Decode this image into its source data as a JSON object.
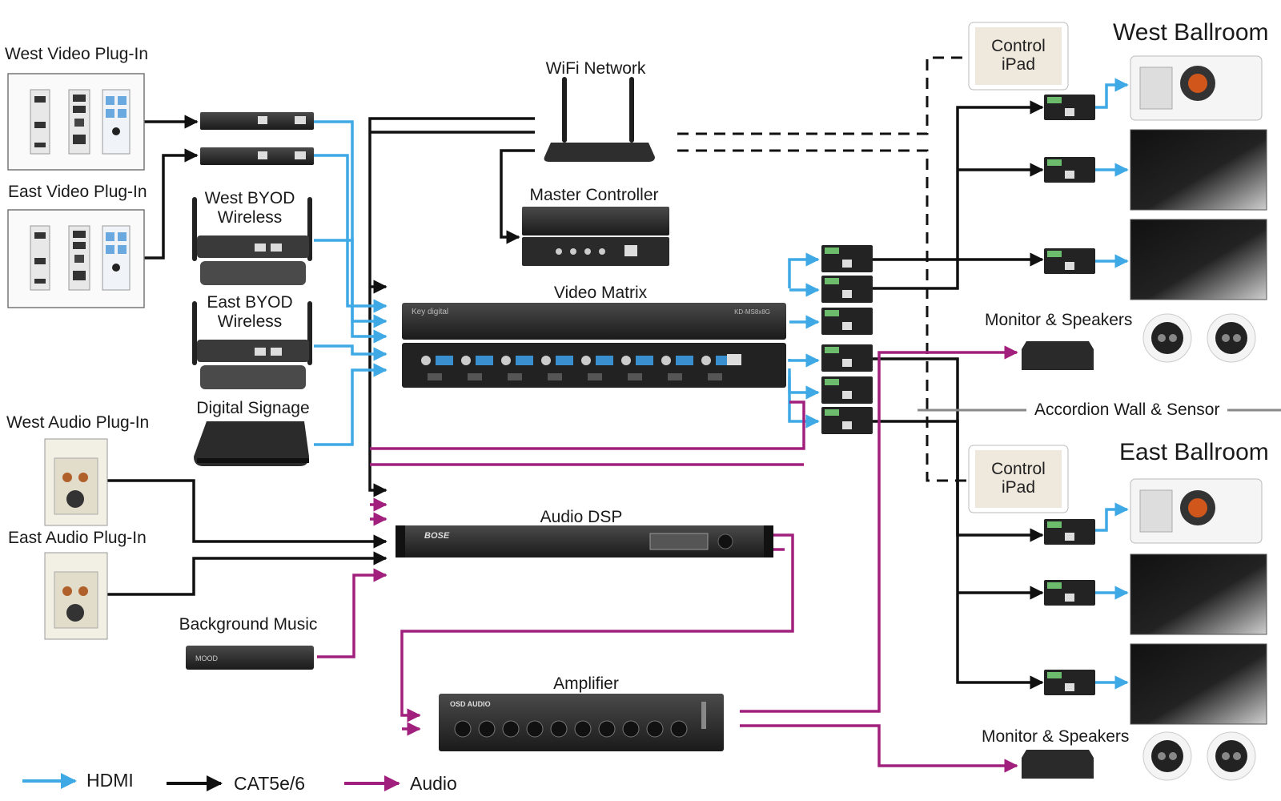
{
  "labels": {
    "west_video": "West Video Plug-In",
    "east_video": "East Video Plug-In",
    "west_byod_1": "West BYOD",
    "west_byod_2": "Wireless",
    "east_byod_1": "East BYOD",
    "east_byod_2": "Wireless",
    "digital_signage": "Digital Signage",
    "west_audio": "West Audio Plug-In",
    "east_audio": "East Audio Plug-In",
    "background_music": "Background Music",
    "wifi": "WiFi Network",
    "master_controller": "Master Controller",
    "video_matrix": "Video Matrix",
    "audio_dsp": "Audio DSP",
    "amplifier": "Amplifier",
    "west_ballroom": "West Ballroom",
    "east_ballroom": "East Ballroom",
    "control_ipad_1": "Control",
    "control_ipad_2": "iPad",
    "monitor_speakers": "Monitor & Speakers",
    "accordion_wall": "Accordion Wall & Sensor"
  },
  "device_brands": {
    "matrix": "Key digital",
    "matrix_model": "KD-MS8x8G",
    "dsp": "BOSE",
    "amplifier": "OSD AUDIO",
    "music": "MOOD"
  },
  "legend": [
    {
      "label": "HDMI",
      "color": "#3fa9e6"
    },
    {
      "label": "CAT5e/6",
      "color": "#111111"
    },
    {
      "label": "Audio",
      "color": "#a2207d"
    }
  ],
  "colors": {
    "hdmi": "#3fa9e6",
    "cat": "#111111",
    "audio": "#a2207d"
  }
}
